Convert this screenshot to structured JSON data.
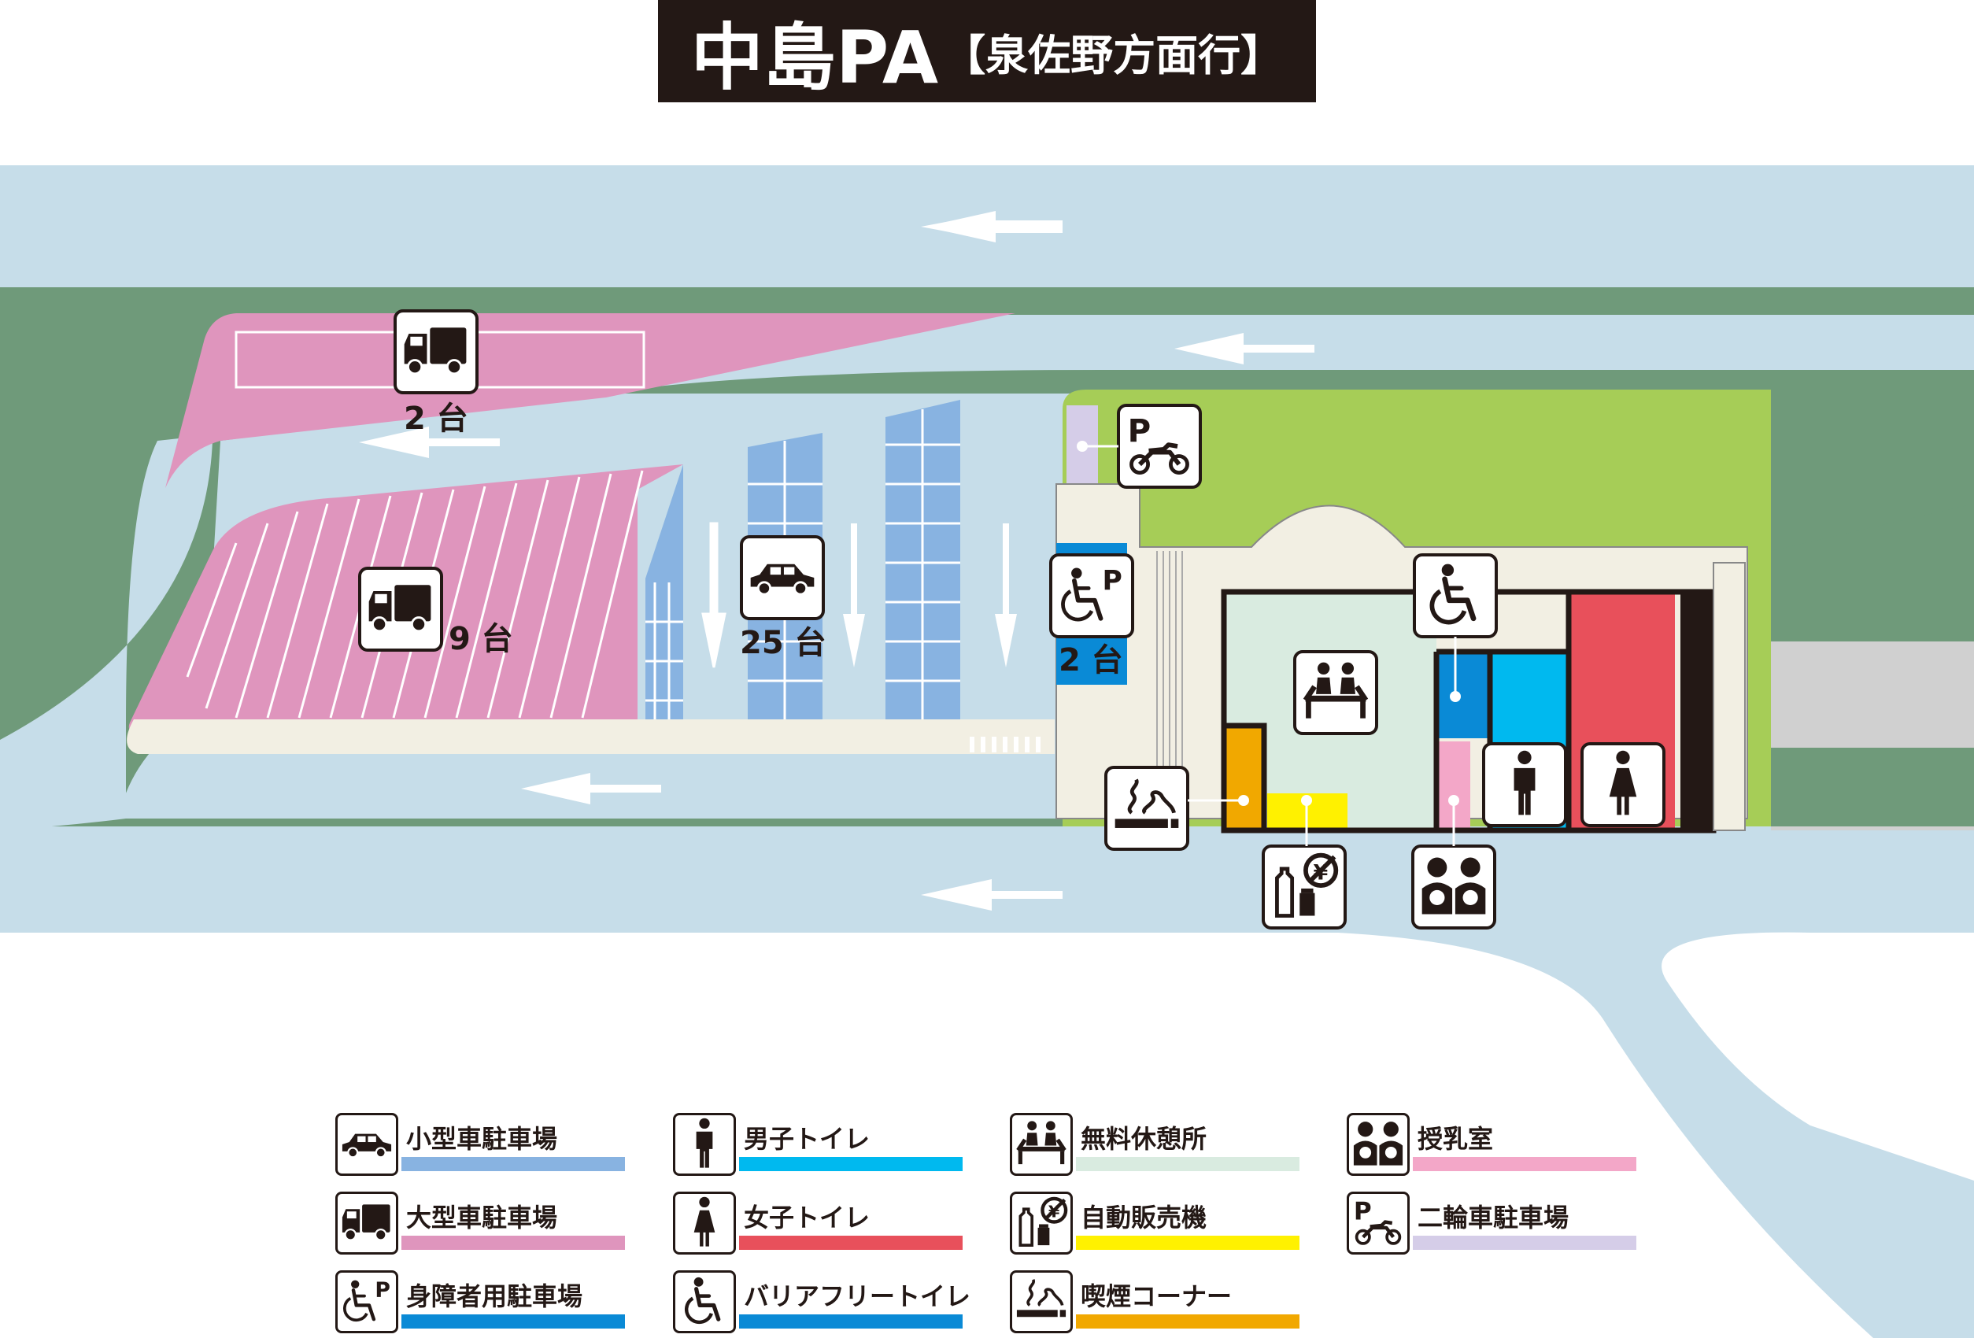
{
  "title": {
    "main": "中島PA",
    "sub": "【泉佐野方面行】"
  },
  "colors": {
    "road": "#c6dde9",
    "median": "#6f9a7a",
    "grass": "#a6cd57",
    "truck_area": "#df95bd",
    "car_area": "#88b3e1",
    "building_floor": "#f2efe3",
    "lounge": "#d9ebe0",
    "mens": "#00b9ef",
    "womens": "#e8505b",
    "accessible": "#0a8ad6",
    "nursing": "#f3a7c8",
    "vending": "#fff100",
    "smoking": "#f1a800",
    "motorcycle": "#d5cde8",
    "title_bg": "#231815"
  },
  "map": {
    "labels": {
      "large_top_count": "2 台",
      "large_main_count": "9 台",
      "car_count": "25 台",
      "accessible_count": "2 台"
    },
    "icons": [
      "truck-icon",
      "car-icon",
      "wheelchair-parking-icon",
      "motorcycle-parking-icon",
      "wheelchair-icon",
      "lounge-icon",
      "smoking-icon",
      "vending-icon",
      "nursing-room-icon",
      "mens-toilet-icon",
      "womens-toilet-icon"
    ]
  },
  "legend": {
    "items": [
      {
        "label": "小型車駐車場",
        "icon": "car-icon",
        "color": "#88b3e1"
      },
      {
        "label": "大型車駐車場",
        "icon": "truck-icon",
        "color": "#df95bd"
      },
      {
        "label": "身障者用駐車場",
        "icon": "wheelchair-parking-icon",
        "color": "#0a8ad6"
      },
      {
        "label": "男子トイレ",
        "icon": "mens-toilet-icon",
        "color": "#00b9ef"
      },
      {
        "label": "女子トイレ",
        "icon": "womens-toilet-icon",
        "color": "#e8505b"
      },
      {
        "label": "バリアフリートイレ",
        "icon": "wheelchair-icon",
        "color": "#0a8ad6"
      },
      {
        "label": "無料休憩所",
        "icon": "lounge-icon",
        "color": "#d9ebe0"
      },
      {
        "label": "自動販売機",
        "icon": "vending-icon",
        "color": "#fff100"
      },
      {
        "label": "喫煙コーナー",
        "icon": "smoking-icon",
        "color": "#f1a800"
      },
      {
        "label": "授乳室",
        "icon": "nursing-room-icon",
        "color": "#f3a7c8"
      },
      {
        "label": "二輪車駐車場",
        "icon": "motorcycle-parking-icon",
        "color": "#d5cde8"
      }
    ]
  }
}
